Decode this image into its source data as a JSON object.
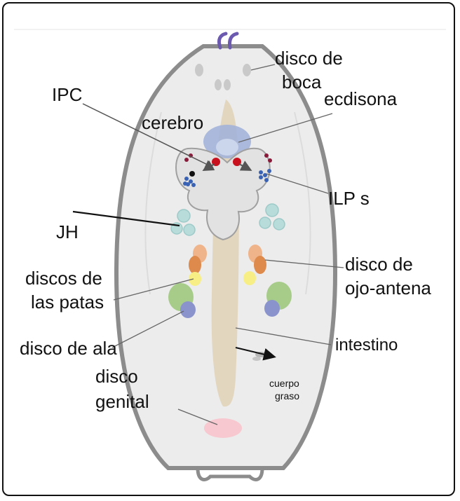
{
  "labels": {
    "disco_de_boca_1": "disco de",
    "disco_de_boca_2": "boca",
    "ipc": "IPC",
    "ecdisona": "ecdisona",
    "cerebro": "cerebro",
    "ilps": "ILP s",
    "jh": "JH",
    "discos_patas_1": "discos de",
    "discos_patas_2": "las patas",
    "disco_ojo_1": "disco de",
    "disco_ojo_2": "ojo-antena",
    "disco_ala": "disco de ala",
    "intestino": "intestino",
    "disco_genital_1": "disco",
    "disco_genital_2": "genital",
    "cuerpo_graso_1": "cuerpo",
    "cuerpo_graso_2": "graso"
  },
  "colors": {
    "body_fill": "#ececec",
    "body_outline": "#8c8c8c",
    "brain_fill": "#e2e2e2",
    "gut": "#e3d6bf",
    "ecdysone_gland": "#9fb0d9",
    "ipc_red": "#c8101e",
    "ilp_blue": "#3a62b4",
    "jh_teal": "#b7dcda",
    "eye_orange": "#efb48a",
    "eye_dark_orange": "#de8a4c",
    "leg_yellow": "#f7ef86",
    "wing_green": "#a7cc8a",
    "wing_blue": "#8a93cc",
    "genital_pink": "#f7c8cf",
    "mouth_hooks": "#6c5ab0"
  }
}
